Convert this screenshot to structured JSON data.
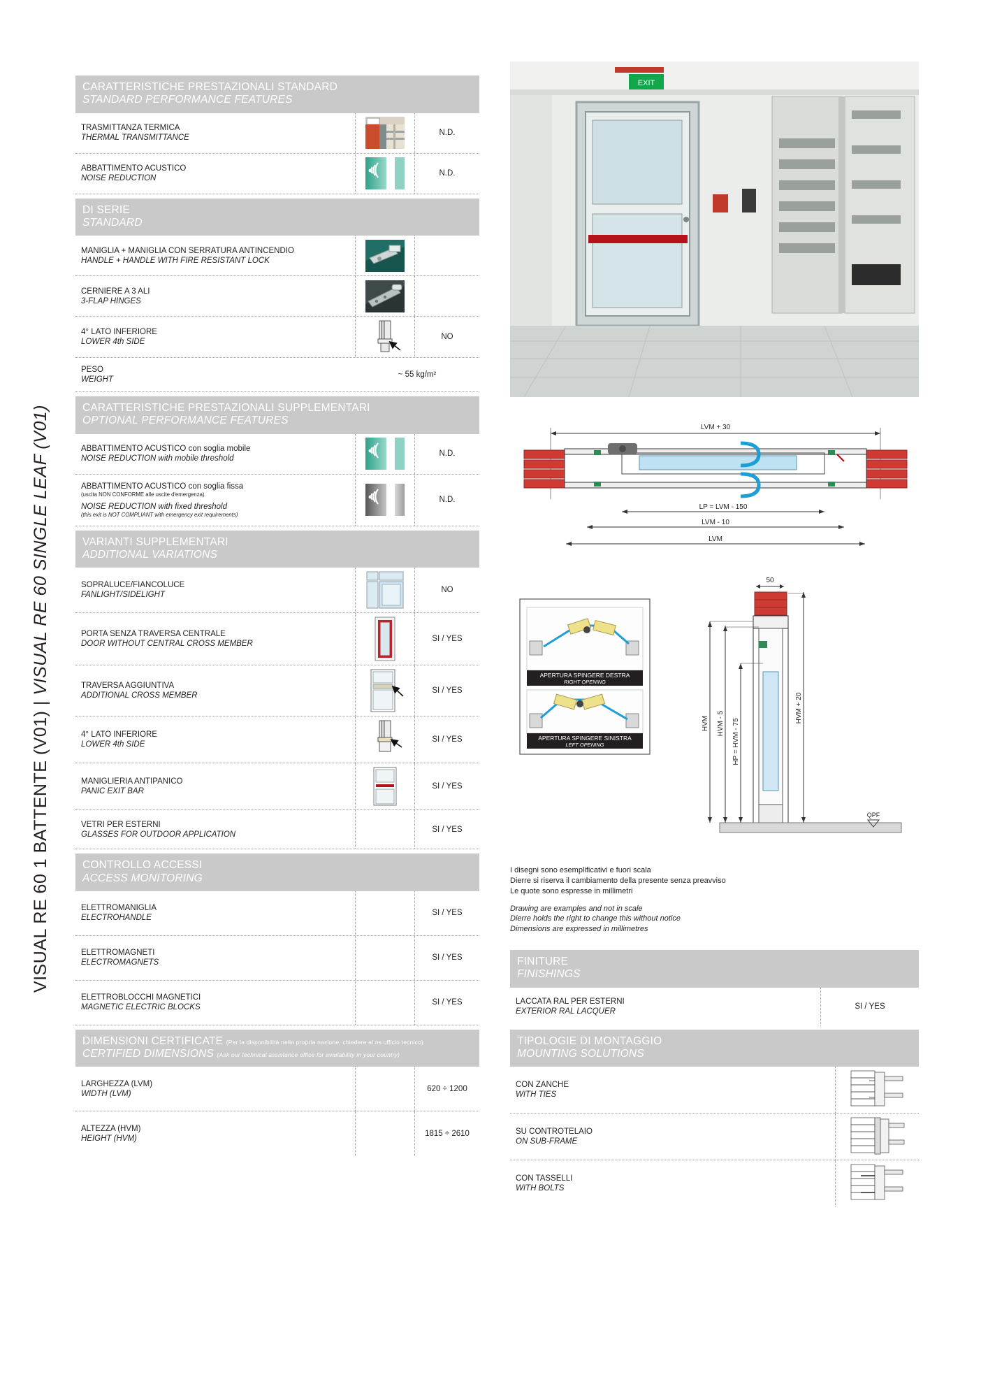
{
  "side_title": {
    "it": "VISUAL RE 60 1 BATTENTE (V01)  |  ",
    "en": "VISUAL RE 60 SINGLE LEAF (V01)"
  },
  "left": {
    "sections": [
      {
        "id": "standard-performance",
        "head_it": "CARATTERISTICHE PRESTAZIONALI STANDARD",
        "head_en": "STANDARD PERFORMANCE FEATURES",
        "rows": [
          {
            "it": "TRASMITTANZA TERMICA",
            "en": "THERMAL TRANSMITTANCE",
            "icon": "thermal-transmittance-icon",
            "value": "N.D."
          },
          {
            "it": "ABBATTIMENTO ACUSTICO",
            "en": "NOISE REDUCTION",
            "icon": "noise-reduction-icon",
            "value": "N.D."
          }
        ]
      },
      {
        "id": "di-serie",
        "head_it": "DI SERIE",
        "head_en": "STANDARD",
        "rows": [
          {
            "it": "MANIGLIA + MANIGLIA CON SERRATURA ANTINCENDIO",
            "en": "HANDLE + HANDLE WITH FIRE RESISTANT LOCK",
            "icon": "handle-photo-icon",
            "value": ""
          },
          {
            "it": "CERNIERE A 3 ALI",
            "en": "3-FLAP HINGES",
            "icon": "hinge-photo-icon",
            "value": ""
          },
          {
            "it": "4° LATO INFERIORE",
            "en": "LOWER 4th SIDE",
            "icon": "lower-4th-side-icon",
            "value": "NO"
          },
          {
            "it": "PESO",
            "en": "WEIGHT",
            "icon": "",
            "value": "~ 55 kg/m²"
          }
        ]
      },
      {
        "id": "optional-performance",
        "head_it": "CARATTERISTICHE PRESTAZIONALI SUPPLEMENTARI",
        "head_en": "OPTIONAL PERFORMANCE FEATURES",
        "rows": [
          {
            "it": "ABBATTIMENTO ACUSTICO con soglia mobile",
            "en": "NOISE REDUCTION with mobile threshold",
            "icon": "noise-reduction-icon",
            "value": "N.D."
          },
          {
            "it": "ABBATTIMENTO ACUSTICO con soglia fissa",
            "it_sub": "(uscita NON CONFORME alle uscite d'emergenza)",
            "en": "NOISE REDUCTION with fixed threshold",
            "en_sub": "(this exit is NOT COMPLIANT with emergency exit requirements)",
            "icon": "noise-reduction-grey-icon",
            "value": "N.D."
          }
        ]
      },
      {
        "id": "additional-variations",
        "head_it": "VARIANTI SUPPLEMENTARI",
        "head_en": "ADDITIONAL VARIATIONS",
        "rows": [
          {
            "it": "SOPRALUCE/FIANCOLUCE",
            "en": "FANLIGHT/SIDELIGHT",
            "icon": "fanlight-icon",
            "value": "NO"
          },
          {
            "it": "PORTA SENZA TRAVERSA CENTRALE",
            "en": "DOOR WITHOUT CENTRAL CROSS MEMBER",
            "icon": "door-no-crossmember-icon",
            "value": "SI / YES"
          },
          {
            "it": "TRAVERSA AGGIUNTIVA",
            "en": "ADDITIONAL CROSS MEMBER",
            "icon": "additional-crossmember-icon",
            "value": "SI / YES"
          },
          {
            "it": "4° LATO INFERIORE",
            "en": "LOWER 4th SIDE",
            "icon": "lower-4th-side-arrow-icon",
            "value": "SI / YES"
          },
          {
            "it": "MANIGLIERIA ANTIPANICO",
            "en": "PANIC EXIT BAR",
            "icon": "panic-bar-icon",
            "value": "SI / YES"
          },
          {
            "it": "VETRI PER ESTERNI",
            "en": "GLASSES FOR OUTDOOR APPLICATION",
            "icon": "",
            "value": "SI / YES"
          }
        ]
      },
      {
        "id": "access-monitoring",
        "head_it": "CONTROLLO ACCESSI",
        "head_en": "ACCESS MONITORING",
        "rows": [
          {
            "it": "ELETTROMANIGLIA",
            "en": "ELECTROHANDLE",
            "icon": "",
            "value": "SI / YES"
          },
          {
            "it": "ELETTROMAGNETI",
            "en": "ELECTROMAGNETS",
            "icon": "",
            "value": "SI / YES"
          },
          {
            "it": "ELETTROBLOCCHI MAGNETICI",
            "en": "MAGNETIC ELECTRIC BLOCKS",
            "icon": "",
            "value": "SI / YES"
          }
        ]
      },
      {
        "id": "certified-dimensions",
        "head_it": "DIMENSIONI CERTIFICATE",
        "head_it_sub": "(Per la disponibilità nella propria nazione, chiedere al ns ufficio tecnico)",
        "head_en": "CERTIFIED DIMENSIONS",
        "head_en_sub": "(Ask our technical assistance office for availability in your country)",
        "rows": [
          {
            "it": "LARGHEZZA (LVM)",
            "en": "WIDTH (LVM)",
            "icon": "",
            "value": "620 ÷ 1200"
          },
          {
            "it": "ALTEZZA (HVM)",
            "en": "HEIGHT (HVM)",
            "icon": "",
            "value": "1815 ÷ 2610"
          }
        ]
      }
    ]
  },
  "right": {
    "photo_alt": "installed-fire-door-photo",
    "horizontal_section": {
      "name": "horizontal-section-drawing",
      "dims": [
        "LVM + 30",
        "LP = LVM - 150",
        "LVM - 10",
        "LVM"
      ]
    },
    "opening_legend": {
      "right": {
        "it": "APERTURA SPINGERE DESTRA",
        "en": "RIGHT OPENING"
      },
      "left": {
        "it": "APERTURA SPINGERE SINISTRA",
        "en": "LEFT OPENING"
      }
    },
    "vertical_section": {
      "name": "vertical-section-drawing",
      "dims": [
        "50",
        "HVM",
        "HVM - 5",
        "HP = HVM - 75",
        "HVM + 20",
        "QPF"
      ]
    },
    "notes": {
      "it": [
        "I disegni sono esemplificativi e fuori scala",
        "Dierre si riserva il cambiamento della presente senza preavviso",
        "Le quote sono espresse in millimetri"
      ],
      "en": [
        "Drawing are examples and not in scale",
        "Dierre holds the right to change this without notice",
        "Dimensions are expressed in millimetres"
      ]
    },
    "finishings": {
      "head_it": "FINITURE",
      "head_en": "FINISHINGS",
      "rows": [
        {
          "it": "LACCATA RAL PER ESTERNI",
          "en": "EXTERIOR RAL LACQUER",
          "value": "SI / YES"
        }
      ]
    },
    "mounting": {
      "head_it": "TIPOLOGIE DI MONTAGGIO",
      "head_en": "MOUNTING SOLUTIONS",
      "rows": [
        {
          "it": "CON ZANCHE",
          "en": "WITH TIES",
          "icon": "mounting-ties-icon"
        },
        {
          "it": "SU CONTROTELAIO",
          "en": "ON SUB-FRAME",
          "icon": "mounting-subframe-icon"
        },
        {
          "it": "CON TASSELLI",
          "en": "WITH BOLTS",
          "icon": "mounting-bolts-icon"
        }
      ]
    }
  },
  "colors": {
    "header_grey": "#c9c9c9",
    "text": "#231f20",
    "dotted": "#9a9a9a",
    "teal": "#3fb8a0",
    "red": "#cc2127"
  }
}
